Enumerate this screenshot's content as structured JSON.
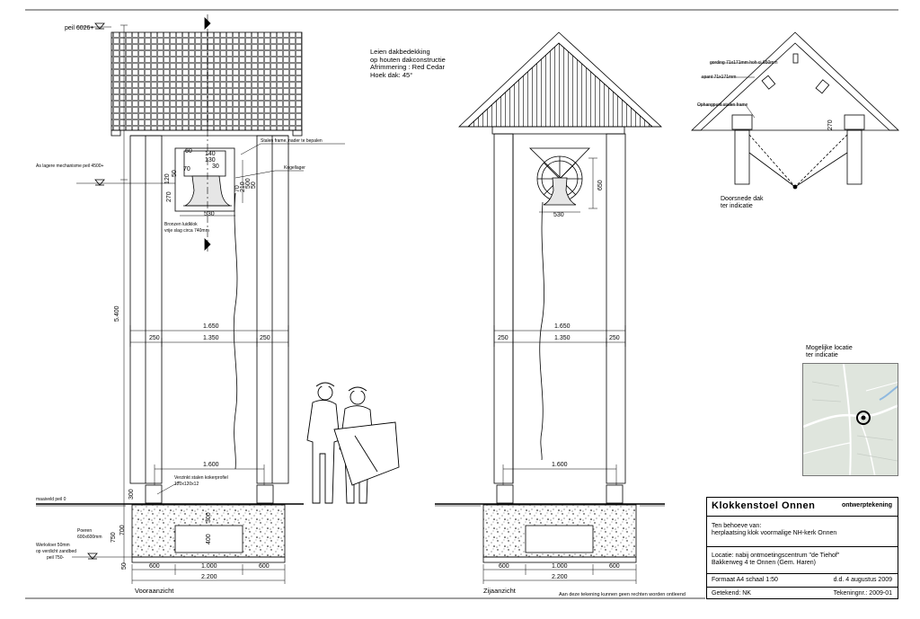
{
  "levels": {
    "top": "peil 6026+",
    "axis": "As lagere mechanisme peil 4500+",
    "ground": "maaiveld peil 0",
    "bottom": "peil 750-"
  },
  "dims": {
    "height_total": "5.400",
    "outer_top": "1.650",
    "post_left": "250",
    "inner": "1.350",
    "post_right": "250",
    "lower_inner": "1.600",
    "foot_left": "600",
    "foot_mid": "1.000",
    "foot_right": "600",
    "base_total": "2.200",
    "found_depth_a": "750",
    "found_depth_b": "700",
    "found_inner": "400",
    "found_plinth": "300",
    "found_top": "300",
    "found_bottom": "50",
    "bell_width": "530",
    "bell_height": "650",
    "bell_a": "60",
    "bell_b": "70",
    "bell_c": "50",
    "bell_d": "140",
    "bell_e": "130",
    "bell_f": "270",
    "bell_g": "120",
    "bell_h": "30",
    "bell_i": "500",
    "bell_j": "50",
    "bell_k": "70",
    "bell_l": "210",
    "truss_dim": "270"
  },
  "notes": {
    "roof": [
      "Leien dakbedekking",
      "op houten dakconstructie",
      "Afrimmering : Red Cedar",
      "Hoek dak: 45°"
    ],
    "frame": "Stalen frame, nader te bepalen",
    "bearing": "Kogellager",
    "bell": [
      "Bronzen luidklok",
      "vrije slag circa 740mm"
    ],
    "footing": [
      "Verzinkt stalen kokerprofiel",
      "120x120x12"
    ],
    "posts": [
      "Poeren",
      "600x600mm"
    ],
    "sand": [
      "Werkvloer 50mm",
      "op verdicht zandbed"
    ],
    "purlin": "gording 71x171mm hoh ci 650mm",
    "rafter": "spant 71x171mm",
    "hanging": "Ophangpunt stalen frame",
    "section": [
      "Doorsnede dak",
      "ter indicatie"
    ],
    "map": [
      "Mogelijke locatie",
      "ter indicatie"
    ],
    "disclaimer": "Aan deze tekening kunnen geen rechten worden ontleend"
  },
  "views": {
    "front": "Vooraanzicht",
    "side": "Zijaanzicht"
  },
  "titleblock": {
    "title": "Klokkenstoel Onnen",
    "kind": "ontwerptekening",
    "client_label": "Ten behoeve van:",
    "client": "herplaatsing klok voormalige NH-kerk Onnen",
    "loc1": "Locatie: nabij ontmoetingscentrum \"de Tiehof\"",
    "loc2": "Bakkerweg 4 te Onnen (Gem. Haren)",
    "format": "Formaat A4 schaal 1:50",
    "date": "d.d. 4 augustus 2009",
    "drawn": "Getekend: NK",
    "number": "Tekeningnr.: 2009-01"
  }
}
